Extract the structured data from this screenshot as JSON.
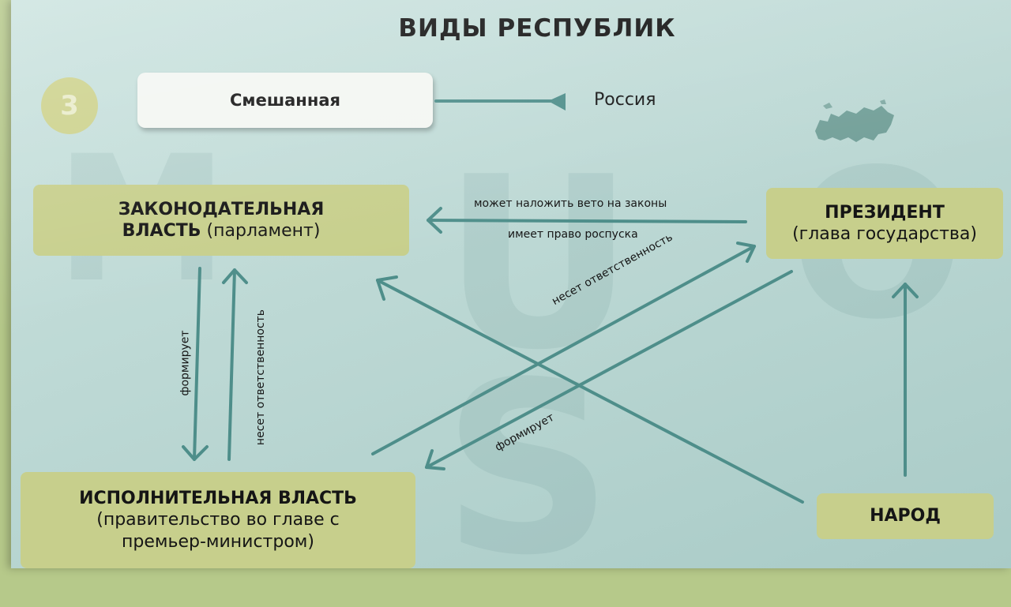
{
  "title": "ВИДЫ РЕСПУБЛИК",
  "number": "3",
  "mixed_box": {
    "label": "Смешанная"
  },
  "country": "Россия",
  "legislative": {
    "line1": "ЗАКОНОДАТЕЛЬНАЯ",
    "line2_bold": "ВЛАСТЬ",
    "line2_rest": " (парламент)"
  },
  "president": {
    "line1": "ПРЕЗИДЕНТ",
    "line2": "(глава государства)"
  },
  "executive": {
    "line1": "ИСПОЛНИТЕЛЬНАЯ ВЛАСТЬ",
    "line2": "(правительство во главе с",
    "line3": "премьер-министром)"
  },
  "people": {
    "label": "НАРОД"
  },
  "edge_labels": {
    "veto": "может наложить вето на законы",
    "dissolve": "имеет право роспуска",
    "forms_left": "формирует",
    "responsible_left": "несет ответственность",
    "responsible_diag": "несет ответственность",
    "forms_diag": "формирует"
  },
  "colors": {
    "accent_green": "#c7cf8c",
    "arrow": "#4e8e8a",
    "background": "#bcd8d4"
  }
}
